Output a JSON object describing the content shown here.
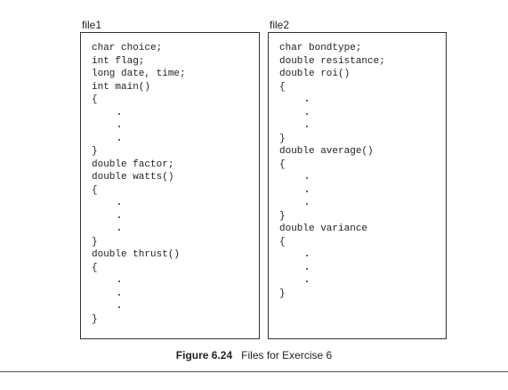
{
  "file1": {
    "label": "file1",
    "lines": [
      "char choice;",
      "int flag;",
      "long date, time;",
      "int main()",
      "{",
      ".",
      ".",
      ".",
      "}",
      "double factor;",
      "double watts()",
      "{",
      ".",
      ".",
      ".",
      "}",
      "double thrust()",
      "{",
      ".",
      ".",
      ".",
      "}"
    ]
  },
  "file2": {
    "label": "file2",
    "lines": [
      "char bondtype;",
      "double resistance;",
      "double roi()",
      "{",
      ".",
      ".",
      ".",
      "}",
      "double average()",
      "{",
      ".",
      ".",
      ".",
      "}",
      "double variance",
      "{",
      ".",
      ".",
      ".",
      "}"
    ]
  },
  "caption": {
    "figure_number": "Figure 6.24",
    "text": "Files for Exercise 6"
  }
}
